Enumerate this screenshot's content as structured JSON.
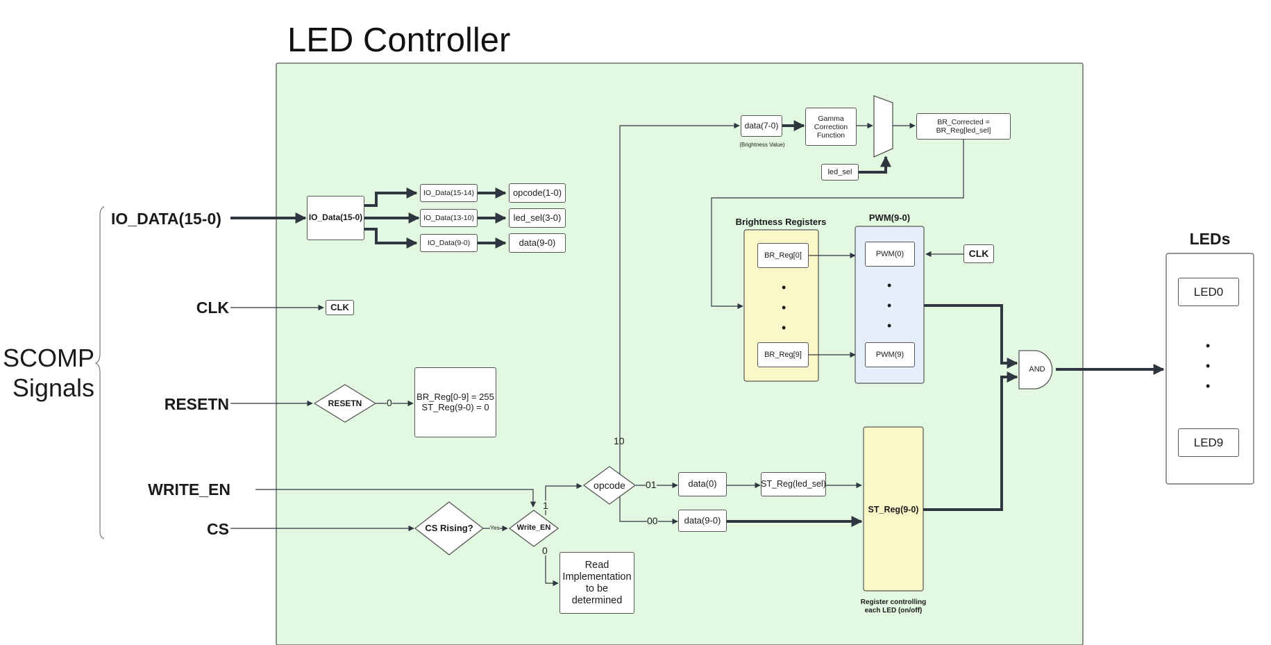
{
  "title": "LED Controller",
  "scomp": {
    "group_label_line1": "SCOMP",
    "group_label_line2": "Signals",
    "io_data": "IO_DATA(15-0)",
    "clk": "CLK",
    "resetn": "RESETN",
    "write_en": "WRITE_EN",
    "cs": "CS"
  },
  "decode": {
    "io_data_box": "IO_Data(15-0)",
    "f1": "IO_Data(15-14)",
    "f2": "IO_Data(13-10)",
    "f3": "IO_Data(9-0)",
    "o1": "opcode(1-0)",
    "o2": "led_sel(3-0)",
    "o3": "data(9-0)"
  },
  "clk_box": "CLK",
  "reset": {
    "diamond": "RESETN",
    "zero": "0",
    "action_line1": "BR_Reg[0-9] = 255",
    "action_line2": "ST_Reg(9-0) = 0"
  },
  "write": {
    "cs_rising": "CS Rising?",
    "yes": "Yes",
    "write_en": "Write_EN",
    "one": "1",
    "zero": "0",
    "read_line1": "Read",
    "read_line2": "Implementation",
    "read_line3": "to be",
    "read_line4": "determined"
  },
  "opcode": {
    "diamond": "opcode",
    "b10": "10",
    "b01": "01",
    "b00": "00",
    "data0": "data(0)",
    "data90": "data(9-0)",
    "st_led_sel": "ST_Reg(led_sel)"
  },
  "gamma": {
    "data70": "data(7-0)",
    "brightness_note": "(Brightness Value)",
    "func_line1": "Gamma",
    "func_line2": "Correction",
    "func_line3": "Function",
    "led_sel": "led_sel",
    "br_line1": "BR_Corrected =",
    "br_line2": "BR_Reg[led_sel]"
  },
  "brightness": {
    "title": "Brightness Registers",
    "reg_first": "BR_Reg[0]",
    "reg_last": "BR_Reg[9]"
  },
  "pwm": {
    "title": "PWM(9-0)",
    "first": "PWM(0)",
    "last": "PWM(9)",
    "clk": "CLK"
  },
  "st_reg": {
    "label": "ST_Reg(9-0)",
    "caption_line1": "Register controlling",
    "caption_line2": "each LED (on/off)"
  },
  "and_gate": "AND",
  "leds": {
    "title": "LEDs",
    "first": "LED0",
    "last": "LED9"
  },
  "colors": {
    "controller_bg": "#e2f8e0",
    "brightness_bg": "#fbf7c8",
    "pwm_bg": "#e6eefb",
    "st_reg_bg": "#fbf7c8",
    "wire": "#2f3640"
  }
}
